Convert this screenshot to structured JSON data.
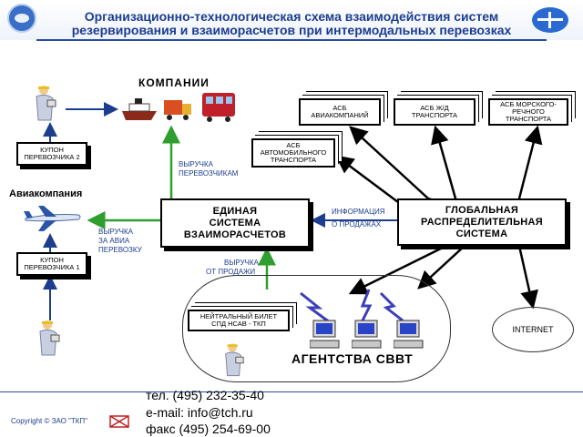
{
  "header": {
    "title_line1": "Организационно-технологическая схема взаимодействия  систем",
    "title_line2": "резервирования и взаиморасчетов при интермодальных перевозках"
  },
  "labels": {
    "companies": "КОМПАНИИ",
    "airline": "Авиакомпания",
    "agencies": "АГЕНТСТВА СВВТ",
    "revenue_carriers": [
      "ВЫРУЧКА",
      "ПЕРЕВОЗЧИКАМ"
    ],
    "revenue_air": [
      "ВЫРУЧКА",
      "ЗА АВИА",
      "ПЕРЕВОЗКУ"
    ],
    "revenue_sales": [
      "ВЫРУЧКА",
      "ОТ ПРОДАЖИ"
    ],
    "sales_info": [
      "ИНФОРМАЦИЯ",
      "О ПРОДАЖАХ"
    ]
  },
  "boxes": {
    "coupon2": [
      "КУПОН",
      "ПЕРЕВОЗЧИКА 2"
    ],
    "coupon1": [
      "КУПОН",
      "ПЕРЕВОЗЧИКА 1"
    ],
    "unified": [
      "ЕДИНАЯ",
      "СИСТЕМА",
      "ВЗАИМОРАСЧЕТОВ"
    ],
    "global": [
      "ГЛОБАЛЬНАЯ",
      "РАСПРЕДЕЛИТЕЛЬНАЯ",
      "СИСТЕМА"
    ],
    "asb_air": [
      "АСБ",
      "АВИАКОМПАНИЙ"
    ],
    "asb_rail": [
      "АСБ Ж/Д",
      "ТРАНСПОРТА"
    ],
    "asb_sea": [
      "АСБ МОРСКОГО-",
      "РЕЧНОГО",
      "ТРАНСПОРТА"
    ],
    "asb_auto": [
      "АСБ",
      "АВТОМОБИЛЬНОГО",
      "ТРАНСПОРТА"
    ],
    "neutral_ticket": [
      "НЕЙТРАЛЬНЫЙ БИЛЕТ",
      "СПД НСАВ - ТКП"
    ],
    "internet": "INTERNET"
  },
  "footer": {
    "copyright": "Copyright © ЗАО \"ТКП\"",
    "phone": "тел.  (495) 232-35-40",
    "email": "e-mail: info@tch.ru",
    "fax": "факс (495) 254-69-00"
  },
  "colors": {
    "accent": "#1d3d8f",
    "green_arrow": "#2e9e2e",
    "blue_arrow": "#1d3d8f",
    "lightning": "#3b3fb8"
  }
}
